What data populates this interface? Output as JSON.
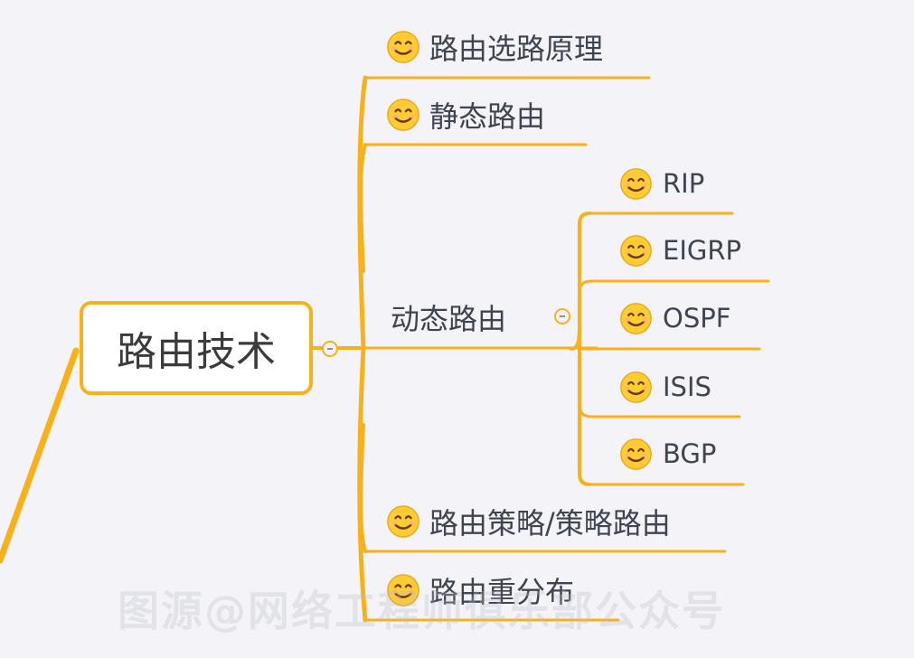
{
  "root": {
    "label": "路由技术"
  },
  "branches": [
    {
      "label": "路由选路原理",
      "icon": "smile-icon"
    },
    {
      "label": "静态路由",
      "icon": "smile-icon"
    },
    {
      "label": "动态路由",
      "collapsible": true
    },
    {
      "label": "路由策略/策略路由",
      "icon": "smile-icon"
    },
    {
      "label": "路由重分布",
      "icon": "smile-icon"
    }
  ],
  "dynamic_protocols": [
    {
      "label": "RIP",
      "icon": "smile-icon"
    },
    {
      "label": "EIGRP",
      "icon": "smile-icon"
    },
    {
      "label": "OSPF",
      "icon": "smile-icon"
    },
    {
      "label": "ISIS",
      "icon": "smile-icon"
    },
    {
      "label": "BGP",
      "icon": "smile-icon"
    }
  ],
  "watermark": "图源@网络工程师俱乐部公众号",
  "colors": {
    "branch_line": "#f7b21b",
    "background": "#f3f3f8",
    "text": "#3e4450",
    "emoji_face": "#ffcc33"
  }
}
